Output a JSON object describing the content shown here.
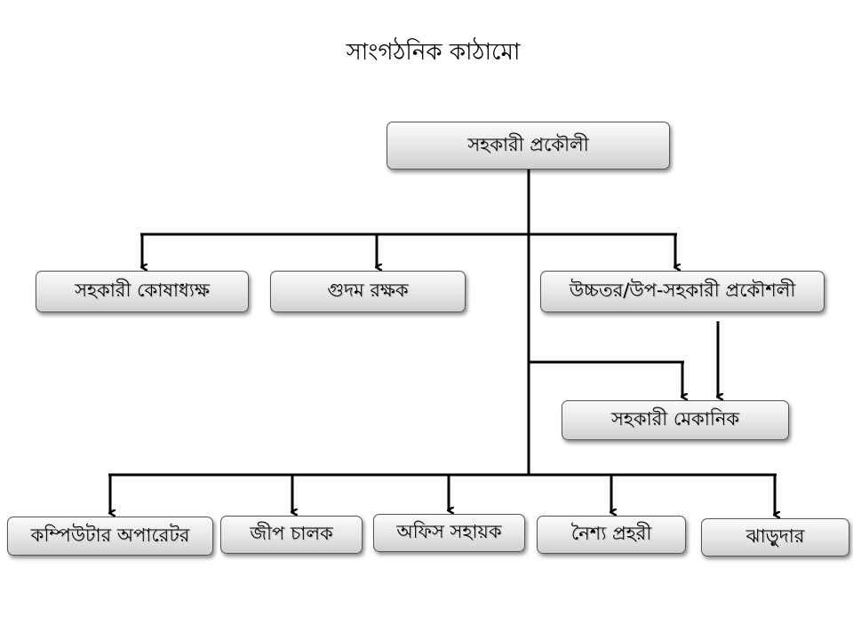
{
  "title": "সাংগঠনিক কাঠামো",
  "nodes": {
    "top": "সহকারী প্রকৌলী",
    "cashier": "সহকারী কোষাধ্যক্ষ",
    "storekeeper": "গুদম রক্ষক",
    "sub_engineer": "উচ্চতর/উপ-সহকারী প্রকৌশলী",
    "mechanic": "সহকারী মেকানিক",
    "computer_operator": "কম্পিউটার অপারেটর",
    "jeep_driver": "জীপ চালক",
    "office_assistant": "অফিস সহায়ক",
    "night_guard": "নৈশ্য প্রহরী",
    "sweeper": "ঝাড়ুদার"
  }
}
